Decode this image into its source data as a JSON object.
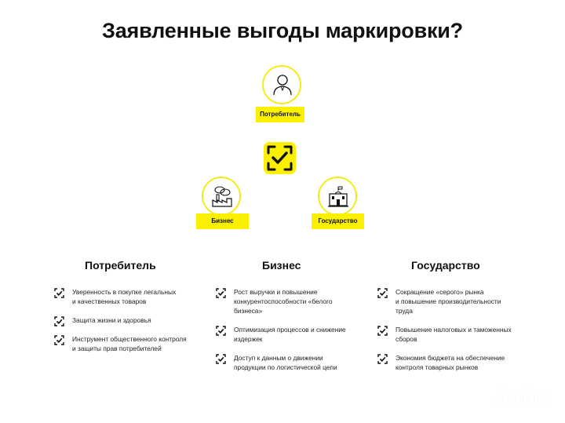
{
  "title": "Заявленные выгоды маркировки?",
  "diagram": {
    "nodes": [
      {
        "label": "Потребитель",
        "icon": "person-icon"
      },
      {
        "label": "Бизнес",
        "icon": "factory-icon"
      },
      {
        "label": "Государство",
        "icon": "government-building-icon"
      }
    ],
    "center_icon": "check-mark-frame-icon",
    "accent_color": "#fbf000"
  },
  "columns": [
    {
      "title": "Потребитель",
      "items": [
        [
          "Уверенность в покупке легальных",
          "и качественных товаров"
        ],
        [
          "Защита жизни и здоровья"
        ],
        [
          "Инструмент общественного контроля",
          "и защиты прав потребителей"
        ]
      ]
    },
    {
      "title": "Бизнес",
      "items": [
        [
          "Рост выручки и повышение",
          "конкурентоспособности «белого",
          "бизнеса»"
        ],
        [
          "Оптимизация процессов и снижение",
          "издержек"
        ],
        [
          "Доступ к данным о движении",
          "продукции по логистической цепи"
        ]
      ]
    },
    {
      "title": "Государство",
      "items": [
        [
          "Сокращение «серого» рынка",
          "и повышение производительности",
          "труда"
        ],
        [
          "Повышение налоговых и таможенных",
          "сборов"
        ],
        [
          "Экономия бюджета на обеспечение",
          "контроля товарных рынков"
        ]
      ]
    }
  ],
  "watermark": "Avito"
}
